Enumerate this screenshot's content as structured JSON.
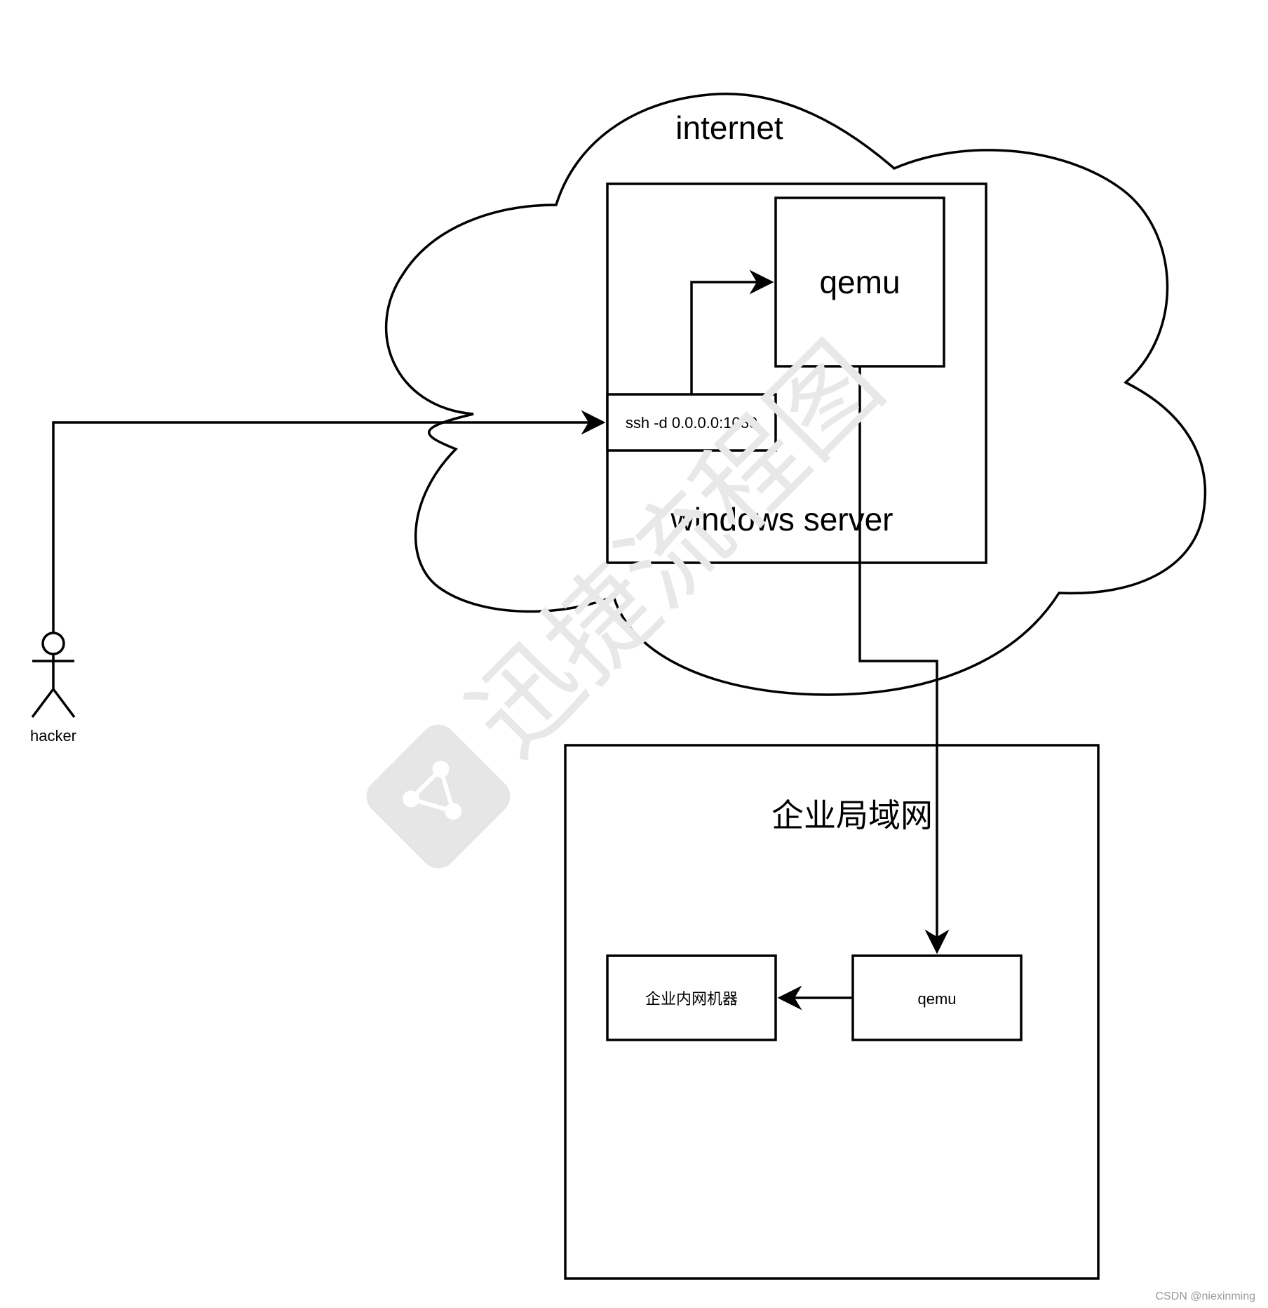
{
  "diagram": {
    "cloud_label": "internet",
    "server_label": "windows server",
    "ssh_label": "ssh -d 0.0.0.0:1080",
    "qemu_server_label": "qemu",
    "lan_label": "企业局域网",
    "lan_qemu_label": "qemu",
    "lan_machine_label": "企业内网机器",
    "actor_label": "hacker"
  },
  "watermark_text": "迅捷流程图",
  "credit": "CSDN @niexinming"
}
